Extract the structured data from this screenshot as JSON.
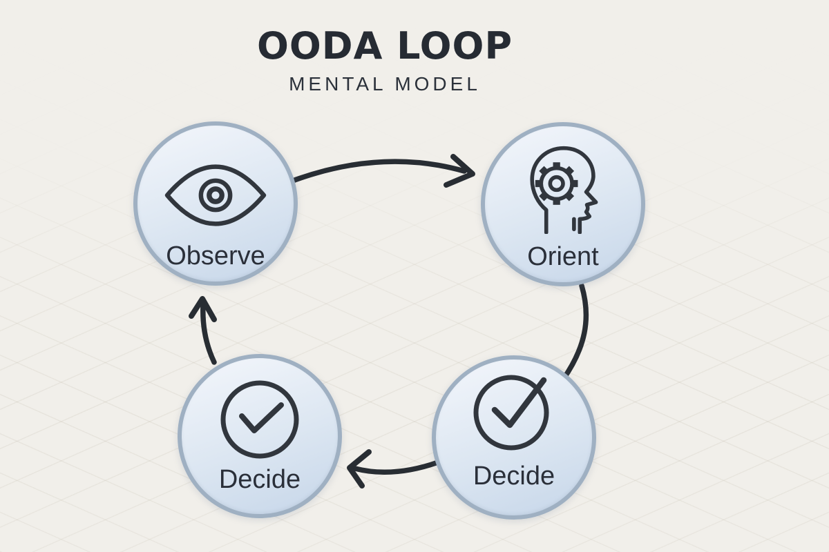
{
  "header": {
    "title": "OODA LOOP",
    "subtitle": "MENTAL MODEL"
  },
  "nodes": [
    {
      "id": "observe",
      "label": "Observe",
      "icon": "eye-icon"
    },
    {
      "id": "orient",
      "label": "Orient",
      "icon": "head-gear-icon"
    },
    {
      "id": "decide-right",
      "label": "Decide",
      "icon": "check-circle-icon"
    },
    {
      "id": "decide-left",
      "label": "Decide",
      "icon": "check-circle-icon"
    }
  ],
  "edges": [
    {
      "from": "observe",
      "to": "orient",
      "arrowhead": true
    },
    {
      "from": "orient",
      "to": "decide-right",
      "arrowhead": false
    },
    {
      "from": "decide-right",
      "to": "decide-left",
      "arrowhead": true
    },
    {
      "from": "decide-left",
      "to": "observe",
      "arrowhead": true
    }
  ],
  "colors": {
    "background": "#f1efea",
    "node_fill_light": "#f0f4fa",
    "node_fill_dark": "#c6d6e9",
    "node_border": "#9fb0c2",
    "ink_stroke": "#31363d",
    "arrow": "#282d33",
    "text": "#262b33"
  }
}
